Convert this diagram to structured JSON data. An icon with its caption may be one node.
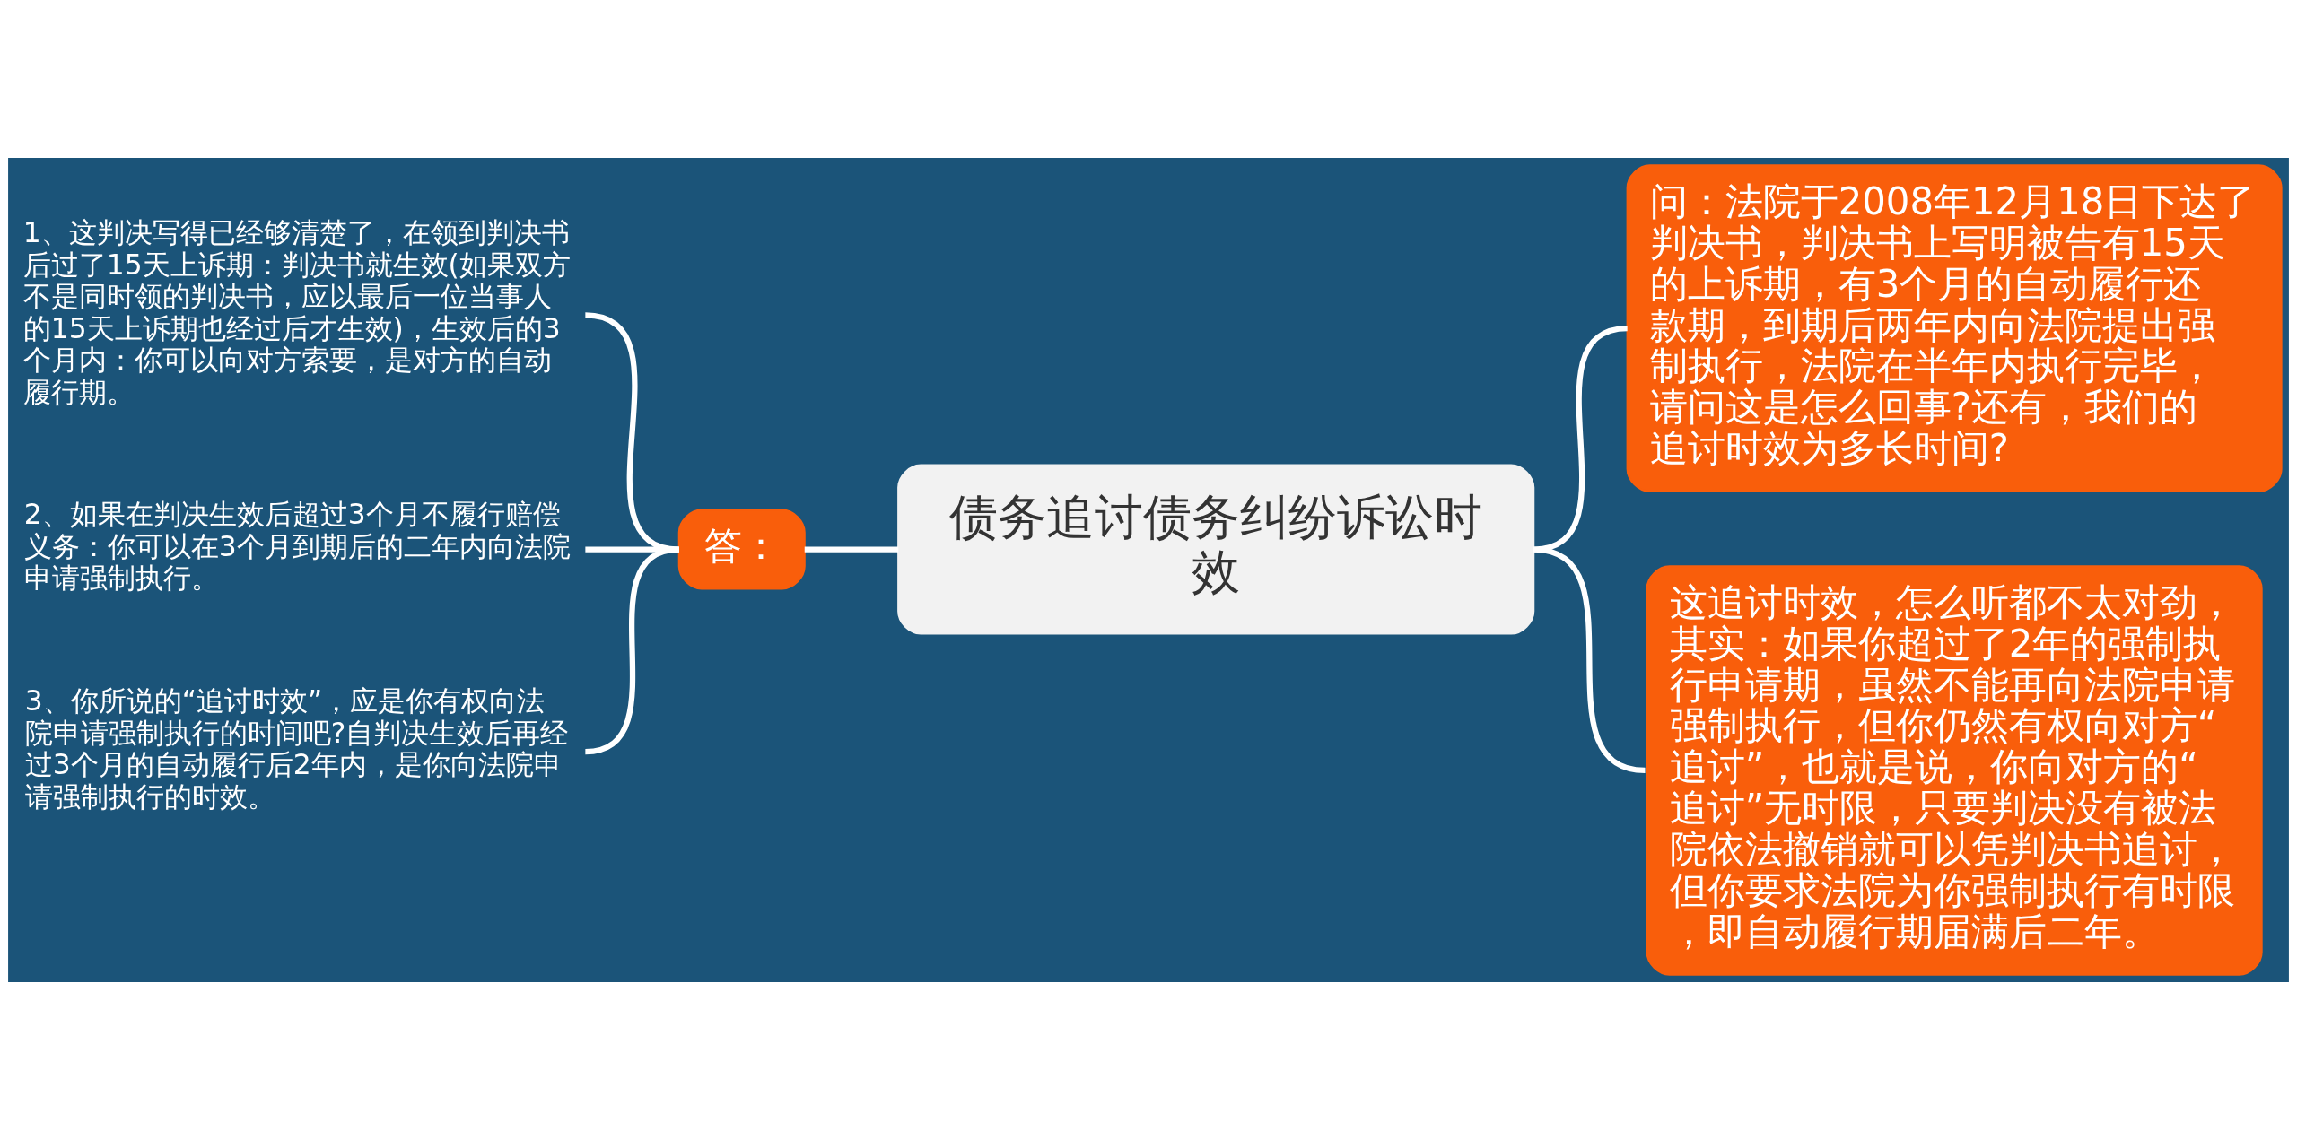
{
  "diagram": {
    "nodes": [
      {
        "text": [
          "债务追讨债务纠纷诉讼时效"
        ]
      },
      {
        "text": [
          "答："
        ]
      },
      {
        "text": [
          "1、这判决写得已经够清楚了，在领到判决书后过了15天上诉期：判决书就生效(如果双方不是同时领的判决书，应以最后一位当事人的15天上诉期也经过后才生效)，生效后的3个月内：你可以向对方索要，是对方的自动履行期。"
        ]
      },
      {
        "text": [
          "2、如果在判决生效后超过3个月不履行赔偿义务：你可以在3个月到期后的二年内向法院申请强制执行。"
        ]
      },
      {
        "text": [
          "3、你所说的“追讨时效”，应是你有权向法院申请强制执行的时间吧?自判决生效后再经过3个月的自动履行后2年内，是你向法院申请强制执行的时效。"
        ]
      },
      {
        "text": [
          "问：法院于2008年12月18日下达了判决书，判决书上写明被告有15天的上诉期，有3个月的自动履行还款期，到期后两年内向法院提出强制执行，法院在半年内执行完毕，请问这是怎么回事?还有，我们的追讨时效为多长时间?"
        ]
      },
      {
        "text": [
          "这追讨时效，怎么听都不太对劲，其实：如果你超过了2年的强制执行申请期，虽然不能再向法院申请强制执行，但你仍然有权向对方“追讨”，也就是说，你向对方的“追讨”无时限，只要判决没有被法院依法撤销就可以凭判决书追讨，但你要求法院为你强制执行有时限，即自动履行期届满后二年。"
        ]
      }
    ],
    "edges": [
      {
        "from": 2,
        "to": 1,
        "arrow": "none"
      },
      {
        "from": 3,
        "to": 1,
        "arrow": "none"
      },
      {
        "from": 4,
        "to": 1,
        "arrow": "none"
      },
      {
        "from": 1,
        "to": 0,
        "arrow": "none"
      },
      {
        "from": 0,
        "to": 5,
        "arrow": "none"
      },
      {
        "from": 0,
        "to": 6,
        "arrow": "none"
      }
    ]
  }
}
